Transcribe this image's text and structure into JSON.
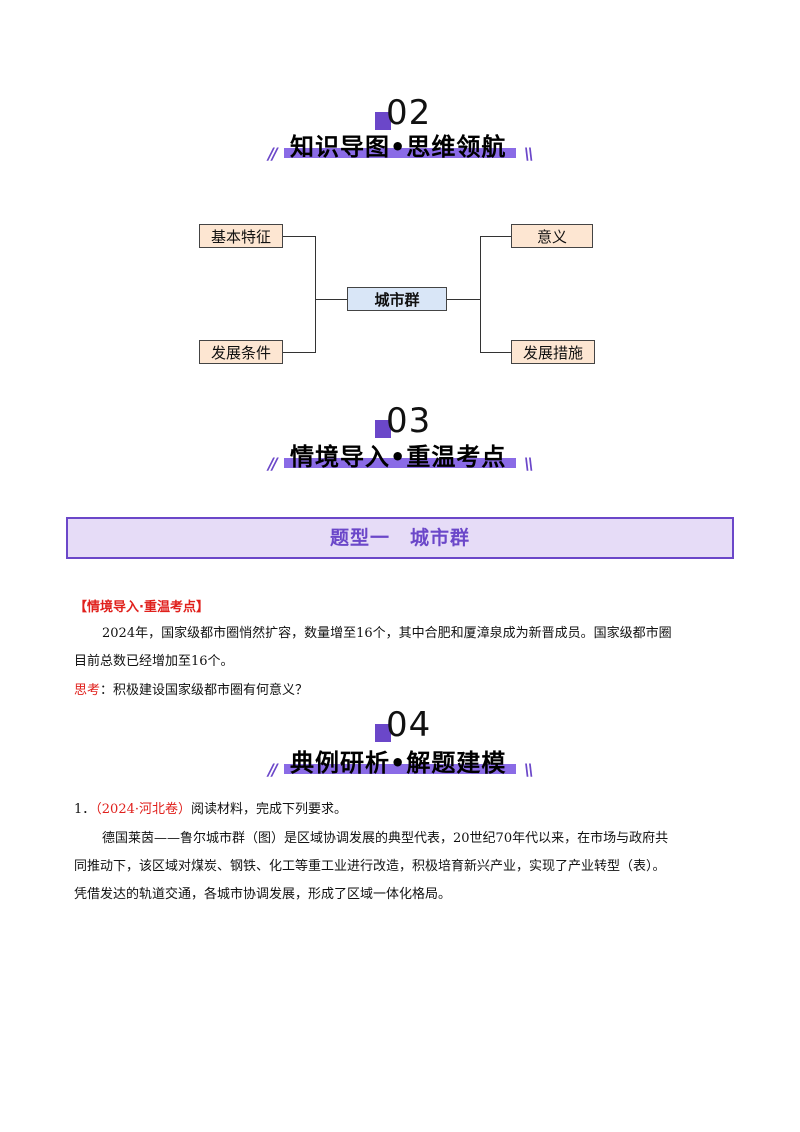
{
  "sections": {
    "s02": {
      "number": "02",
      "title": "知识导图•思维领航"
    },
    "s03": {
      "number": "03",
      "title": "情境导入•重温考点"
    },
    "s04": {
      "number": "04",
      "title": "典例研析•解题建模"
    }
  },
  "mindmap": {
    "center": "城市群",
    "left": [
      "基本特征",
      "发展条件"
    ],
    "right": [
      "意义",
      "发展措施"
    ]
  },
  "type_box": "题型一　城市群",
  "context": {
    "heading": "【情境导入·重温考点】",
    "paragraph_line1": "2024年，国家级都市圈悄然扩容，数量增至16个，其中合肥和厦漳泉成为新晋成员。国家级都市圈",
    "paragraph_line2": "目前总数已经增加至16个。",
    "think_label": "思考",
    "think_text": "：积极建设国家级都市圈有何意义？"
  },
  "example": {
    "number": "1．",
    "source": "（2024·河北卷）",
    "instruction": "阅读材料，完成下列要求。",
    "line1": "德国莱茵——鲁尔城市群（图）是区域协调发展的典型代表，20世纪70年代以来，在市场与政府共",
    "line2": "同推动下，该区域对煤炭、钢铁、化工等重工业进行改造，积极培育新兴产业，实现了产业转型（表）。",
    "line3": "凭借发达的轨道交通，各城市协调发展，形成了区域一体化格局。"
  }
}
